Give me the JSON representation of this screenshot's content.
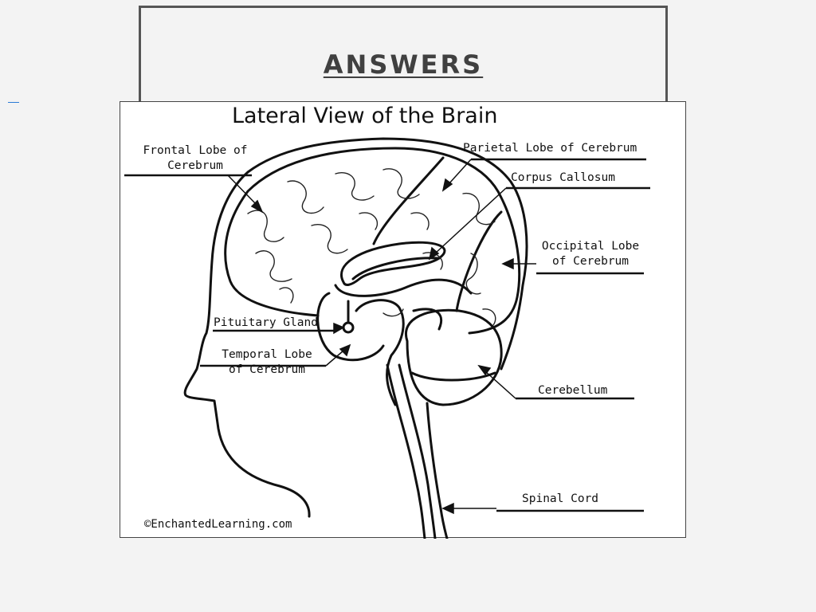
{
  "slide": {
    "title": "ANSWERS"
  },
  "diagram": {
    "title": "Lateral View of the Brain",
    "credit": "©EnchantedLearning.com",
    "labels": {
      "frontal_line1": "Frontal Lobe of",
      "frontal_line2": "Cerebrum",
      "parietal": "Parietal Lobe of Cerebrum",
      "corpus": "Corpus Callosum",
      "occipital_line1": "Occipital Lobe",
      "occipital_line2": "of Cerebrum",
      "pituitary": "Pituitary Gland",
      "temporal_line1": "Temporal Lobe",
      "temporal_line2": "of Cerebrum",
      "cerebellum": "Cerebellum",
      "spinal": "Spinal Cord"
    }
  }
}
